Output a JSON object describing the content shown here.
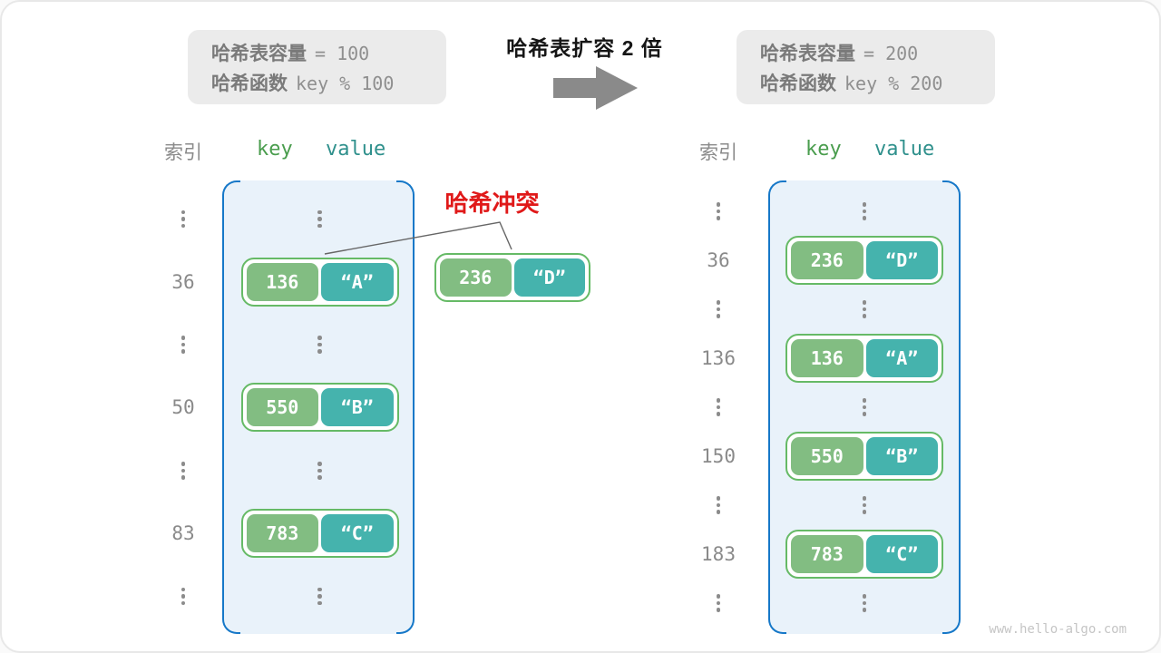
{
  "title": {
    "text": "哈希表扩容 2 倍"
  },
  "watermark": "www.hello-algo.com",
  "collision": {
    "label": "哈希冲突",
    "pair": {
      "key": "236",
      "value": "“D”"
    }
  },
  "before": {
    "info": {
      "line1_label": "哈希表容量",
      "line1_value": "= 100",
      "line2_label": "哈希函数",
      "line2_value": "key % 100"
    },
    "header": {
      "index": "索引",
      "key": "key",
      "value": "value"
    },
    "rows": [
      {
        "type": "ellipsis"
      },
      {
        "type": "pair",
        "index": "36",
        "key": "136",
        "value": "“A”"
      },
      {
        "type": "ellipsis"
      },
      {
        "type": "pair",
        "index": "50",
        "key": "550",
        "value": "“B”"
      },
      {
        "type": "ellipsis"
      },
      {
        "type": "pair",
        "index": "83",
        "key": "783",
        "value": "“C”"
      },
      {
        "type": "ellipsis"
      }
    ]
  },
  "after": {
    "info": {
      "line1_label": "哈希表容量",
      "line1_value": "= 200",
      "line2_label": "哈希函数",
      "line2_value": "key % 200"
    },
    "header": {
      "index": "索引",
      "key": "key",
      "value": "value"
    },
    "rows": [
      {
        "type": "ellipsis"
      },
      {
        "type": "pair",
        "index": "36",
        "key": "236",
        "value": "“D”"
      },
      {
        "type": "ellipsis"
      },
      {
        "type": "pair",
        "index": "136",
        "key": "136",
        "value": "“A”"
      },
      {
        "type": "ellipsis"
      },
      {
        "type": "pair",
        "index": "150",
        "key": "550",
        "value": "“B”"
      },
      {
        "type": "ellipsis"
      },
      {
        "type": "pair",
        "index": "183",
        "key": "783",
        "value": "“C”"
      },
      {
        "type": "ellipsis"
      }
    ]
  },
  "colors": {
    "key_box": "#82bd82",
    "value_box": "#45b3ad",
    "pair_border": "#66ba66",
    "table_fill": "#e9f2fa",
    "table_border": "#1678c8",
    "collision_red": "#e01919",
    "arrow_gray": "#8a8a8a",
    "infobox_bg": "#ebebeb",
    "header_key": "#4a9d4e",
    "header_value": "#2f908c",
    "text_gray": "#8a8a8a"
  }
}
